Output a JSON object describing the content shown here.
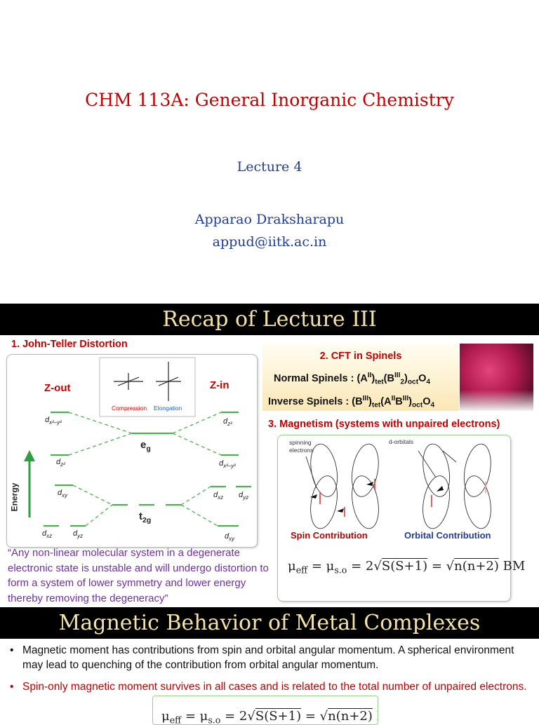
{
  "title_slide": {
    "course_title": "CHM 113A: General Inorganic Chemistry",
    "lecture": "Lecture 4",
    "author": "Apparao Draksharapu",
    "email": "appud@iitk.ac.in"
  },
  "recap": {
    "header": "Recap of Lecture III",
    "jt": {
      "heading": "1. John-Teller Distortion",
      "z_out": "Z-out",
      "z_in": "Z-in",
      "compression": "Compression",
      "elongation": "Elongation",
      "eg": "e",
      "eg_sub": "g",
      "t2g": "t",
      "t2g_sub": "2g",
      "energy": "Energy",
      "quote": "“Any non-linear molecular system in a degenerate electronic state is unstable and will undergo distortion to form a system of lower symmetry and lower energy thereby removing the degeneracy”"
    },
    "spinels": {
      "heading": "2. CFT in Spinels",
      "normal_label": "Normal Spinels :",
      "inverse_label": "Inverse Spinels :"
    },
    "magnetism": {
      "heading": "3. Magnetism (systems with unpaired electrons)",
      "spinning_electrons": "spinning electrons",
      "d_orbitals": "d-orbitals",
      "spin_contribution": "Spin Contribution",
      "orbital_contribution": "Orbital Contribution"
    }
  },
  "magnetic": {
    "header": "Magnetic Behavior of Metal Complexes",
    "bullet1": "Magnetic moment has contributions from spin and orbital angular momentum. A spherical environment may lead to quenching of the contribution from orbital angular momentum.",
    "bullet2": "Spin-only magnetic moment survives in all cases and is related to the total number of unpaired electrons."
  },
  "colors": {
    "title_red": "#c00000",
    "navy": "#1f3d99",
    "header_bg": "#000000",
    "header_text": "#f3e3a6",
    "quote_purple": "#7030a0",
    "green_dash": "#4caf50"
  }
}
